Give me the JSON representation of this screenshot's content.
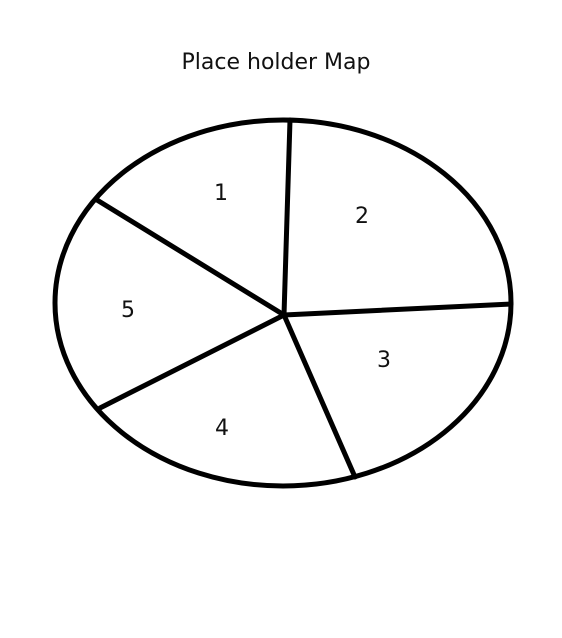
{
  "title": "Place holder Map",
  "regions": [
    {
      "id": "1",
      "label": "1"
    },
    {
      "id": "2",
      "label": "2"
    },
    {
      "id": "3",
      "label": "3"
    },
    {
      "id": "4",
      "label": "4"
    },
    {
      "id": "5",
      "label": "5"
    }
  ],
  "colors": {
    "stroke": "#000000",
    "background": "#ffffff"
  }
}
